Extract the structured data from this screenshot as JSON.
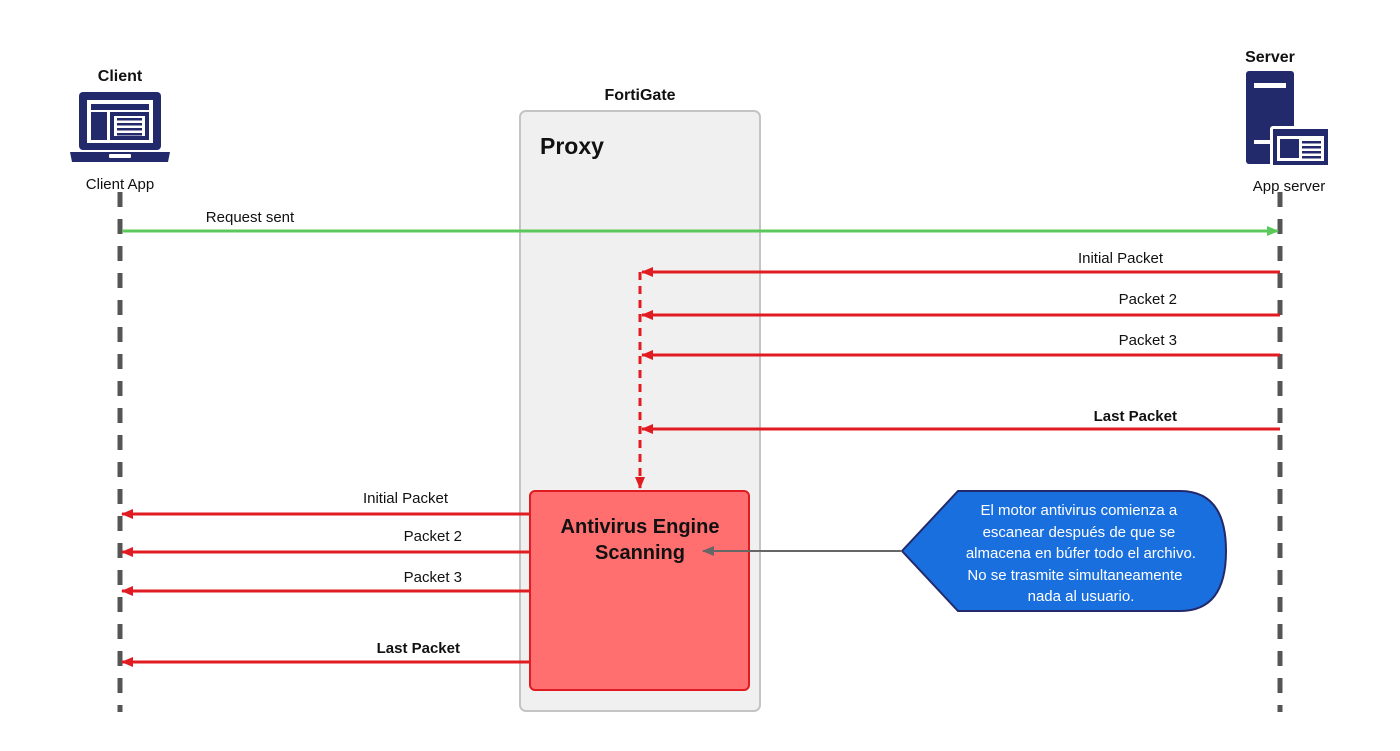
{
  "client": {
    "heading": "Client",
    "caption": "Client App",
    "icon": "laptop-icon"
  },
  "fortigate": {
    "heading": "FortiGate",
    "proxy_label": "Proxy"
  },
  "server": {
    "heading": "Server",
    "caption": "App server",
    "icon": "server-icon"
  },
  "request": {
    "label": "Request sent"
  },
  "incoming_packets": [
    {
      "label": "Initial Packet",
      "bold": false
    },
    {
      "label": "Packet 2",
      "bold": false
    },
    {
      "label": "Packet 3",
      "bold": false
    },
    {
      "label": "Last Packet",
      "bold": true
    }
  ],
  "outgoing_packets": [
    {
      "label": "Initial Packet",
      "bold": false
    },
    {
      "label": "Packet 2",
      "bold": false
    },
    {
      "label": "Packet 3",
      "bold": false
    },
    {
      "label": "Last Packet",
      "bold": true
    }
  ],
  "av_engine": {
    "line1": "Antivirus Engine",
    "line2": "Scanning"
  },
  "callout": {
    "lines": [
      "El motor antivirus comienza a",
      "escanear después de que se",
      "almacena en búfer todo el archivo.",
      "No se trasmite simultaneamente",
      "nada al usuario."
    ]
  },
  "colors": {
    "navy": "#232a6b",
    "green": "#5cc85c",
    "red": "#e11b22",
    "av_fill": "#ff6f6f",
    "callout_fill": "#1a6fde",
    "proxy_fill": "#f0f0f0",
    "lifeline": "#555555"
  }
}
